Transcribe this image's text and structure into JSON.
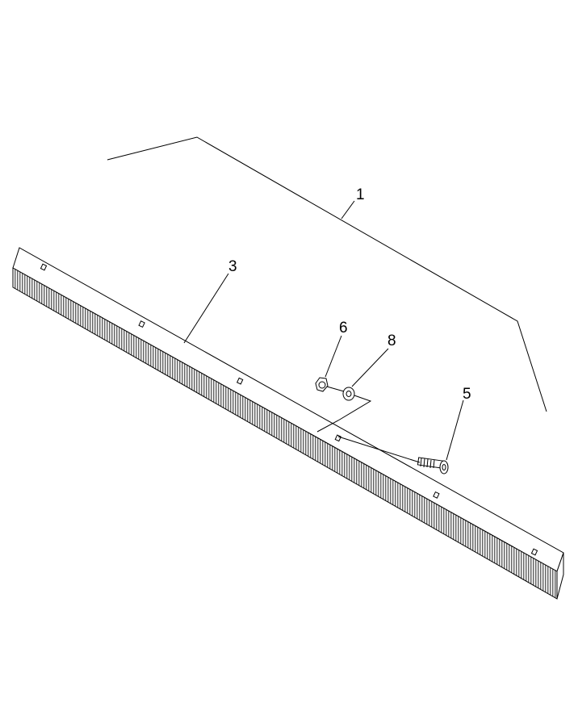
{
  "diagram": {
    "callouts": {
      "item1": "1",
      "item3": "3",
      "item5": "5",
      "item6": "6",
      "item8": "8"
    },
    "parts": {
      "brush_strip": {
        "slot_count": 6
      }
    }
  }
}
